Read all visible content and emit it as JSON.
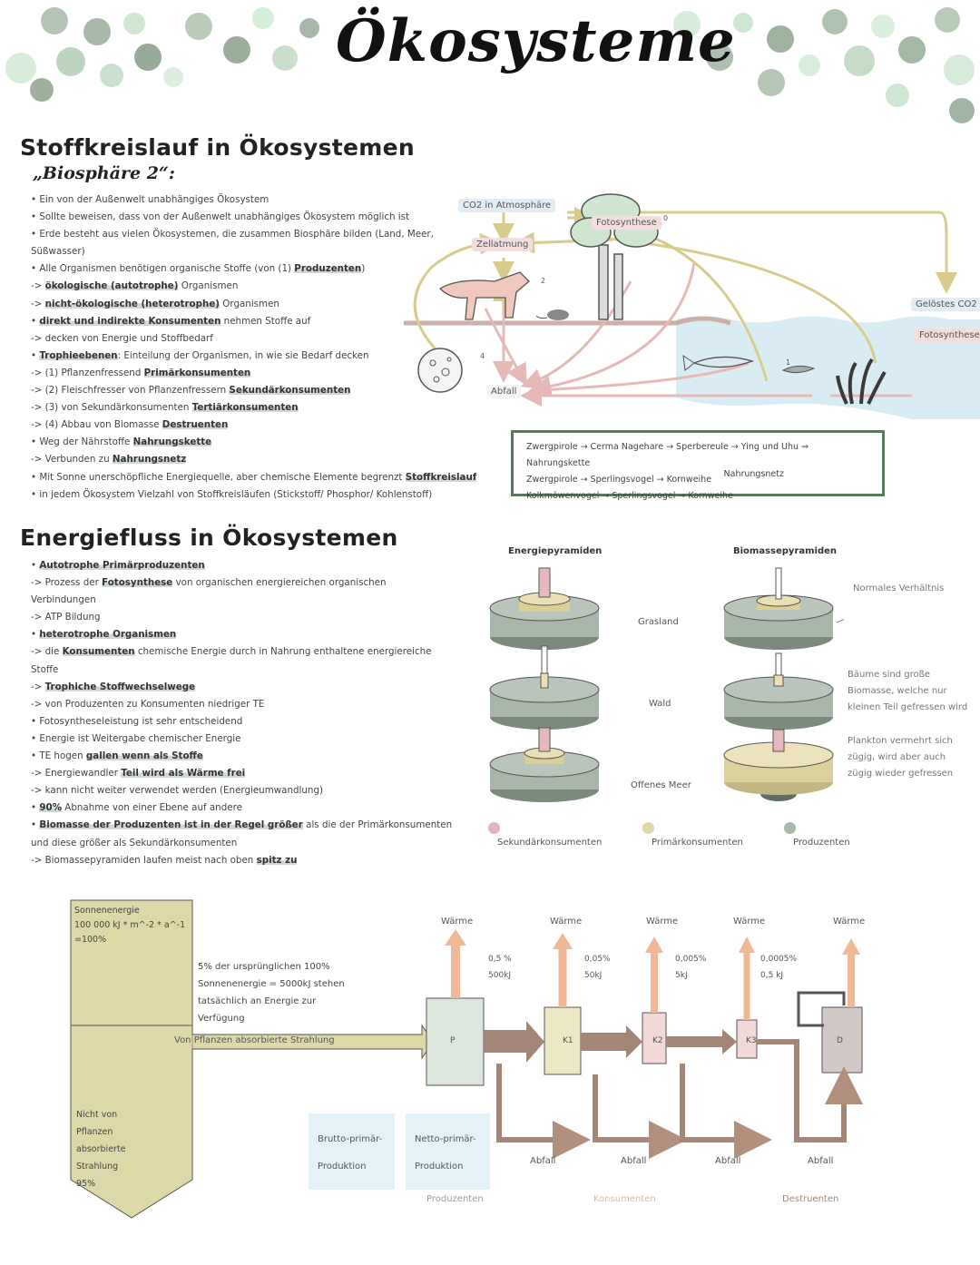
{
  "title": "Ökosysteme",
  "section1": {
    "heading": "Stoffkreislauf in Ökosystemen",
    "subheading": "„Biosphäre 2“:",
    "items": [
      {
        "pre": "• Ein von der Außenwelt unabhängiges Ökosystem",
        "hl": "",
        "post": ""
      },
      {
        "pre": "• Sollte beweisen, dass von der Außenwelt unabhängiges Ökosystem möglich ist",
        "hl": "",
        "post": ""
      },
      {
        "pre": "• Erde besteht aus vielen Ökosystemen, die zusammen Biosphäre bilden (Land, Meer,",
        "hl": "",
        "post": ""
      },
      {
        "pre": "Süßwasser)",
        "hl": "",
        "post": ""
      },
      {
        "pre": "• Alle Organismen benötigen organische Stoffe (von (1) ",
        "hl": "Produzenten",
        "post": ")"
      },
      {
        "pre": "-> ",
        "hl": "ökologische (autotrophe)",
        "post": " Organismen"
      },
      {
        "pre": "-> ",
        "hl": "nicht-ökologische (heterotrophe)",
        "post": " Organismen"
      },
      {
        "pre": "• ",
        "hl": "direkt und indirekte Konsumenten",
        "post": " nehmen Stoffe auf"
      },
      {
        "pre": "-> decken von Energie und Stoffbedarf",
        "hl": "",
        "post": ""
      },
      {
        "pre": "• ",
        "hl": "Trophieebenen",
        "post": ": Einteilung der Organismen, in wie sie Bedarf decken"
      },
      {
        "pre": "-> (1) Pflanzenfressend ",
        "hl": "Primärkonsumenten",
        "post": ""
      },
      {
        "pre": "-> (2) Fleischfresser von Pflanzenfressern ",
        "hl": "Sekundärkonsumenten",
        "post": ""
      },
      {
        "pre": "-> (3) von Sekundärkonsumenten ",
        "hl": "Tertiärkonsumenten",
        "post": ""
      },
      {
        "pre": "-> (4) Abbau von Biomasse ",
        "hl": "Destruenten",
        "post": ""
      },
      {
        "pre": "• Weg der Nährstoffe ",
        "hl": "Nahrungskette",
        "post": ""
      },
      {
        "pre": "-> Verbunden zu ",
        "hl": "Nahrungsnetz",
        "post": ""
      },
      {
        "pre": "• Mit Sonne unerschöpfliche Energiequelle, aber chemische Elemente begrenzt ",
        "hl": "Stoffkreislauf",
        "post": ""
      },
      {
        "pre": "• in jedem Ökosystem Vielzahl von Stoffkreisläufen (Stickstoff/ Phosphor/ Kohlenstoff)",
        "hl": "",
        "post": ""
      }
    ]
  },
  "cycle": {
    "co2_atmo": "CO2 in Atmosphäre",
    "photosynthese": "Fotosynthese",
    "zellatmung": "Zellatmung",
    "abfall": "Abfall",
    "geloestes_co2": "Gelöstes CO2",
    "fotosynthese2": "Fotosynthese",
    "n2": "2",
    "n1": "1",
    "n4": "4",
    "n0": "0"
  },
  "chain": {
    "line1": "Zwergpirole → Cerma Nagehare → Sperbereule → Ying und Uhu ⇒ Nahrungskette",
    "line2": "Zwergpirole → Sperlingsvogel → Kornweihe",
    "line3": "Kolkmöwenvogel → Sperlingsvogel → Kornweihe",
    "netz": "Nahrungsnetz"
  },
  "section2": {
    "heading": "Energiefluss in Ökosystemen",
    "items": [
      {
        "pre": "• ",
        "hl": "Autotrophe Primärproduzenten",
        "post": ""
      },
      {
        "pre": "-> Prozess der ",
        "hl": "Fotosynthese",
        "post": " von organischen energiereichen organischen"
      },
      {
        "pre": "Verbindungen",
        "hl": "",
        "post": ""
      },
      {
        "pre": "-> ATP Bildung",
        "hl": "",
        "post": ""
      },
      {
        "pre": "• ",
        "hl": "heterotrophe Organismen",
        "post": ""
      },
      {
        "pre": "-> die ",
        "hl": "Konsumenten",
        "post": " chemische Energie durch in Nahrung enthaltene energiereiche"
      },
      {
        "pre": "Stoffe",
        "hl": "",
        "post": ""
      },
      {
        "pre": "-> ",
        "hl": "Trophiche Stoffwechselwege",
        "post": ""
      },
      {
        "pre": "-> von Produzenten zu Konsumenten niedriger TE",
        "hl": "",
        "post": ""
      },
      {
        "pre": "• Fotosyntheseleistung ist sehr entscheidend",
        "hl": "",
        "post": ""
      },
      {
        "pre": "• Energie ist Weitergabe chemischer Energie",
        "hl": "",
        "post": ""
      },
      {
        "pre": "• TE hogen ",
        "hl": "gallen wenn als Stoffe",
        "post": ""
      },
      {
        "pre": "-> Energiewandler ",
        "hl": "Teil wird als Wärme frei",
        "post": ""
      },
      {
        "pre": "-> kann nicht weiter verwendet werden (Energieumwandlung)",
        "hl": "",
        "post": ""
      },
      {
        "pre": "• ",
        "hl": "90%",
        "post": " Abnahme von einer Ebene auf andere"
      },
      {
        "pre": "• ",
        "hl": "Biomasse der Produzenten ist in der Regel größer",
        "post": " als die der Primärkonsumenten"
      },
      {
        "pre": "und diese größer als Sekundärkonsumenten",
        "hl": "",
        "post": ""
      },
      {
        "pre": "-> Biomassepyramiden laufen meist nach oben ",
        "hl": "spitz zu",
        "post": ""
      }
    ]
  },
  "pyramids": {
    "energy_title": "Energiepyramiden",
    "biomass_title": "Biomassepyramiden",
    "row1": "Grasland",
    "row2": "Wald",
    "row3": "Offenes Meer",
    "note1": "Normales Verhältnis",
    "note2": "Bäume sind große Biomasse, welche nur kleinen Teil gefressen wird",
    "note3": "Plankton vermehrt sich zügig, wird aber auch zügig wieder gefressen",
    "legend": [
      "Sekundärkonsumenten",
      "Primärkonsumenten",
      "Produzenten"
    ],
    "colors": {
      "sek": "#e2b4bb",
      "prim": "#ddd9a6",
      "prod": "#a9b6aa"
    }
  },
  "flow": {
    "sun_text1": "Sonnenenergie",
    "sun_text2": "100 000 kJ * m^-2 * a^-1",
    "sun_text3": "=100%",
    "five_pct": "5% der ursprünglichen 100% Sonnenenergie = 5000kJ stehen tatsächlich an Energie zur Verfügung",
    "absorbed": "Von Pflanzen absorbierte Strahlung",
    "not_absorbed": "Nicht von Pflanzen absorbierte Strahlung 95%",
    "waerme": [
      "Wärme",
      "Wärme",
      "Wärme",
      "Wärme",
      "Wärme"
    ],
    "boxes": [
      "P",
      "K1",
      "K2",
      "K3",
      "D"
    ],
    "pcts": [
      "0,5 % 500kJ",
      "0,05% 50kJ",
      "0,005% 5kJ",
      "0,0005% 0,5 kJ"
    ],
    "abfall": [
      "Abfall",
      "Abfall",
      "Abfall",
      "Abfall"
    ],
    "brutto": "Brutto-primär-Produktion",
    "netto": "Netto-primär-Produktion",
    "cat_prod": "Produzenten",
    "cat_kons": "Konsumenten",
    "cat_dest": "Destruenten"
  }
}
